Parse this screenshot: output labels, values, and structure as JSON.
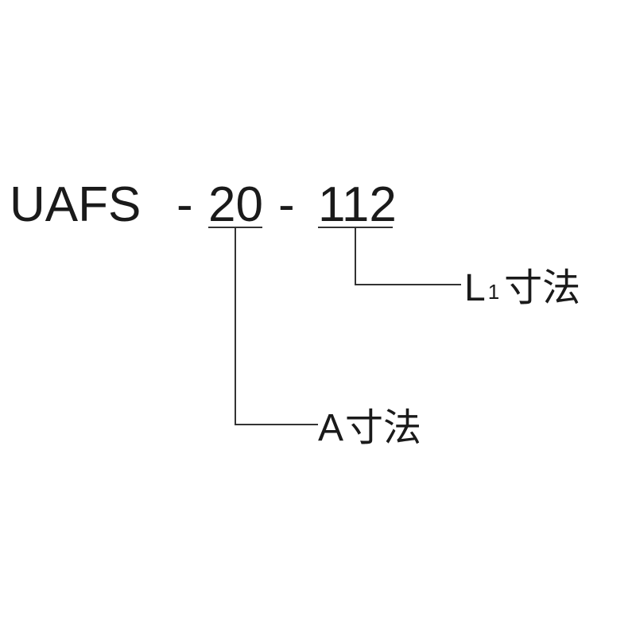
{
  "part_number": {
    "prefix": "UAFS",
    "separator_1": "-",
    "dim_a_value": "20",
    "separator_2": "-",
    "dim_l1_value": "112"
  },
  "labels": {
    "l1_dimension": {
      "letter": "L",
      "subscript": "1",
      "suffix": "寸法"
    },
    "a_dimension": {
      "letter": "A",
      "suffix": "寸法"
    }
  }
}
